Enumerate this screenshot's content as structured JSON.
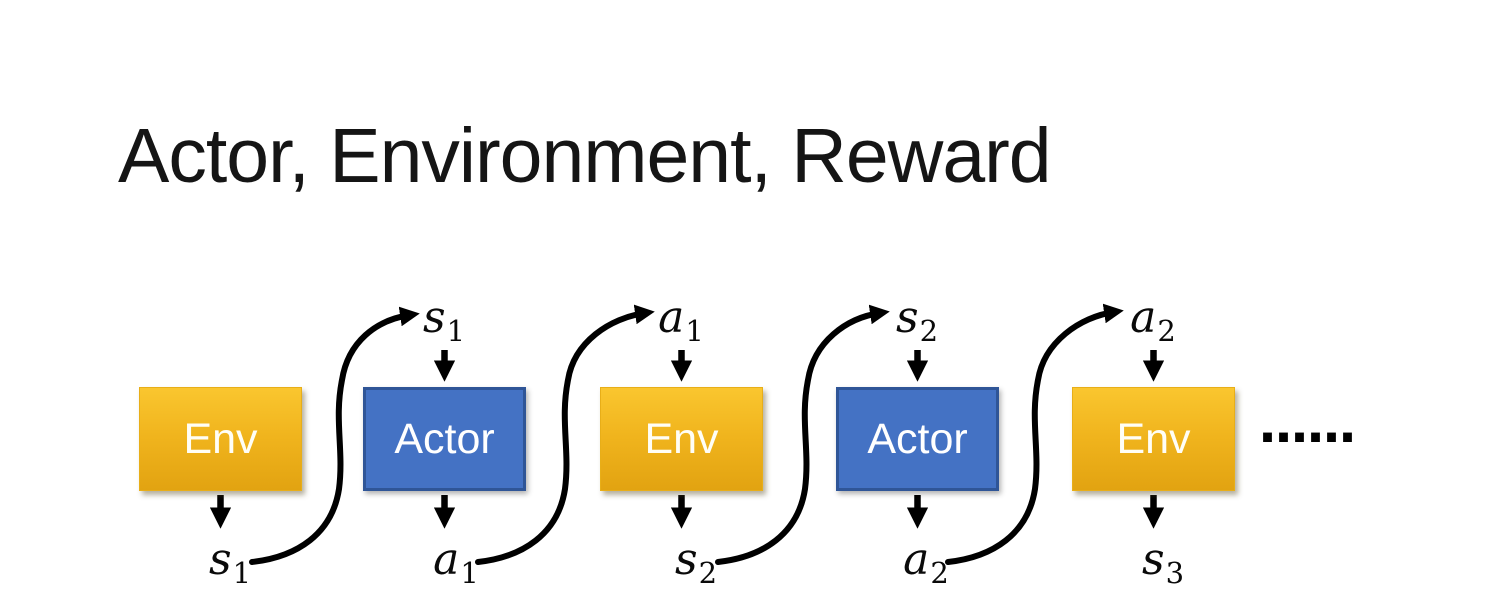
{
  "title": "Actor, Environment, Reward",
  "nodes": [
    {
      "label": "Env",
      "type": "environment"
    },
    {
      "label": "Actor",
      "type": "actor"
    },
    {
      "label": "Env",
      "type": "environment"
    },
    {
      "label": "Actor",
      "type": "actor"
    },
    {
      "label": "Env",
      "type": "environment"
    }
  ],
  "labels": {
    "top": [
      {
        "base": "s",
        "sub": "1"
      },
      {
        "base": "a",
        "sub": "1"
      },
      {
        "base": "s",
        "sub": "2"
      },
      {
        "base": "a",
        "sub": "2"
      }
    ],
    "bottom": [
      {
        "base": "s",
        "sub": "1"
      },
      {
        "base": "a",
        "sub": "1"
      },
      {
        "base": "s",
        "sub": "2"
      },
      {
        "base": "a",
        "sub": "2"
      },
      {
        "base": "s",
        "sub": "3"
      }
    ]
  },
  "ellipsis": "......",
  "colors": {
    "env_gradient_top": "#FAC62F",
    "env_gradient_bottom": "#E2A311",
    "actor_fill": "#4472C4",
    "actor_border": "#2F5597",
    "arrow": "#000000",
    "title_text": "#151515",
    "box_text": "#FFFFFF"
  }
}
